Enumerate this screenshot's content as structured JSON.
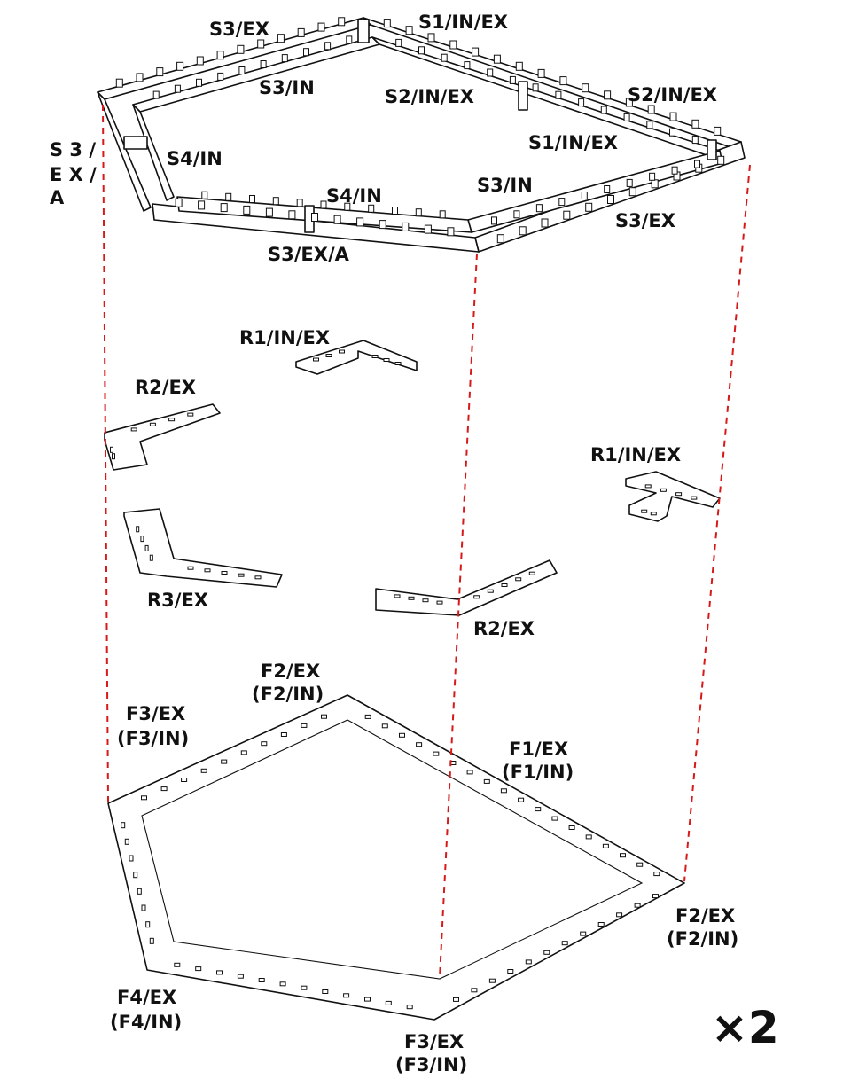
{
  "frame_labels": {
    "s3_ex_left": "S3/EX",
    "s1_in_ex_top": "S1/IN/EX",
    "s3_in_top": "S3/IN",
    "s2_in_ex_center": "S2/IN/EX",
    "s2_in_ex_right": "S2/IN/EX",
    "s3_ex_a_left_l1": "S 3 /",
    "s3_ex_a_left_l2": "E X /",
    "s3_ex_a_left_l3": "A",
    "s4_in_left": "S4/IN",
    "s1_in_ex_right": "S1/IN/EX",
    "s4_in_front": "S4/IN",
    "s3_in_right": "S3/IN",
    "s3_ex_right": "S3/EX",
    "s3_ex_a_front": "S3/EX/A"
  },
  "roof_labels": {
    "r1_in_ex_top": "R1/IN/EX",
    "r2_ex_left": "R2/EX",
    "r1_in_ex_right": "R1/IN/EX",
    "r3_ex": "R3/EX",
    "r2_ex_right": "R2/EX"
  },
  "floor_labels": {
    "f2_ex_top": "F2/EX",
    "f2_in_top": "(F2/IN)",
    "f3_ex_left": "F3/EX",
    "f3_in_left": "(F3/IN)",
    "f1_ex": "F1/EX",
    "f1_in": "(F1/IN)",
    "f2_ex_right": "F2/EX",
    "f2_in_right": "(F2/IN)",
    "f4_ex": "F4/EX",
    "f4_in": "(F4/IN)",
    "f3_ex_bottom": "F3/EX",
    "f3_in_bottom": "(F3/IN)"
  },
  "multiplier": "×2",
  "colors": {
    "line": "#111111",
    "guide": "#d61a1a",
    "background": "#ffffff"
  }
}
